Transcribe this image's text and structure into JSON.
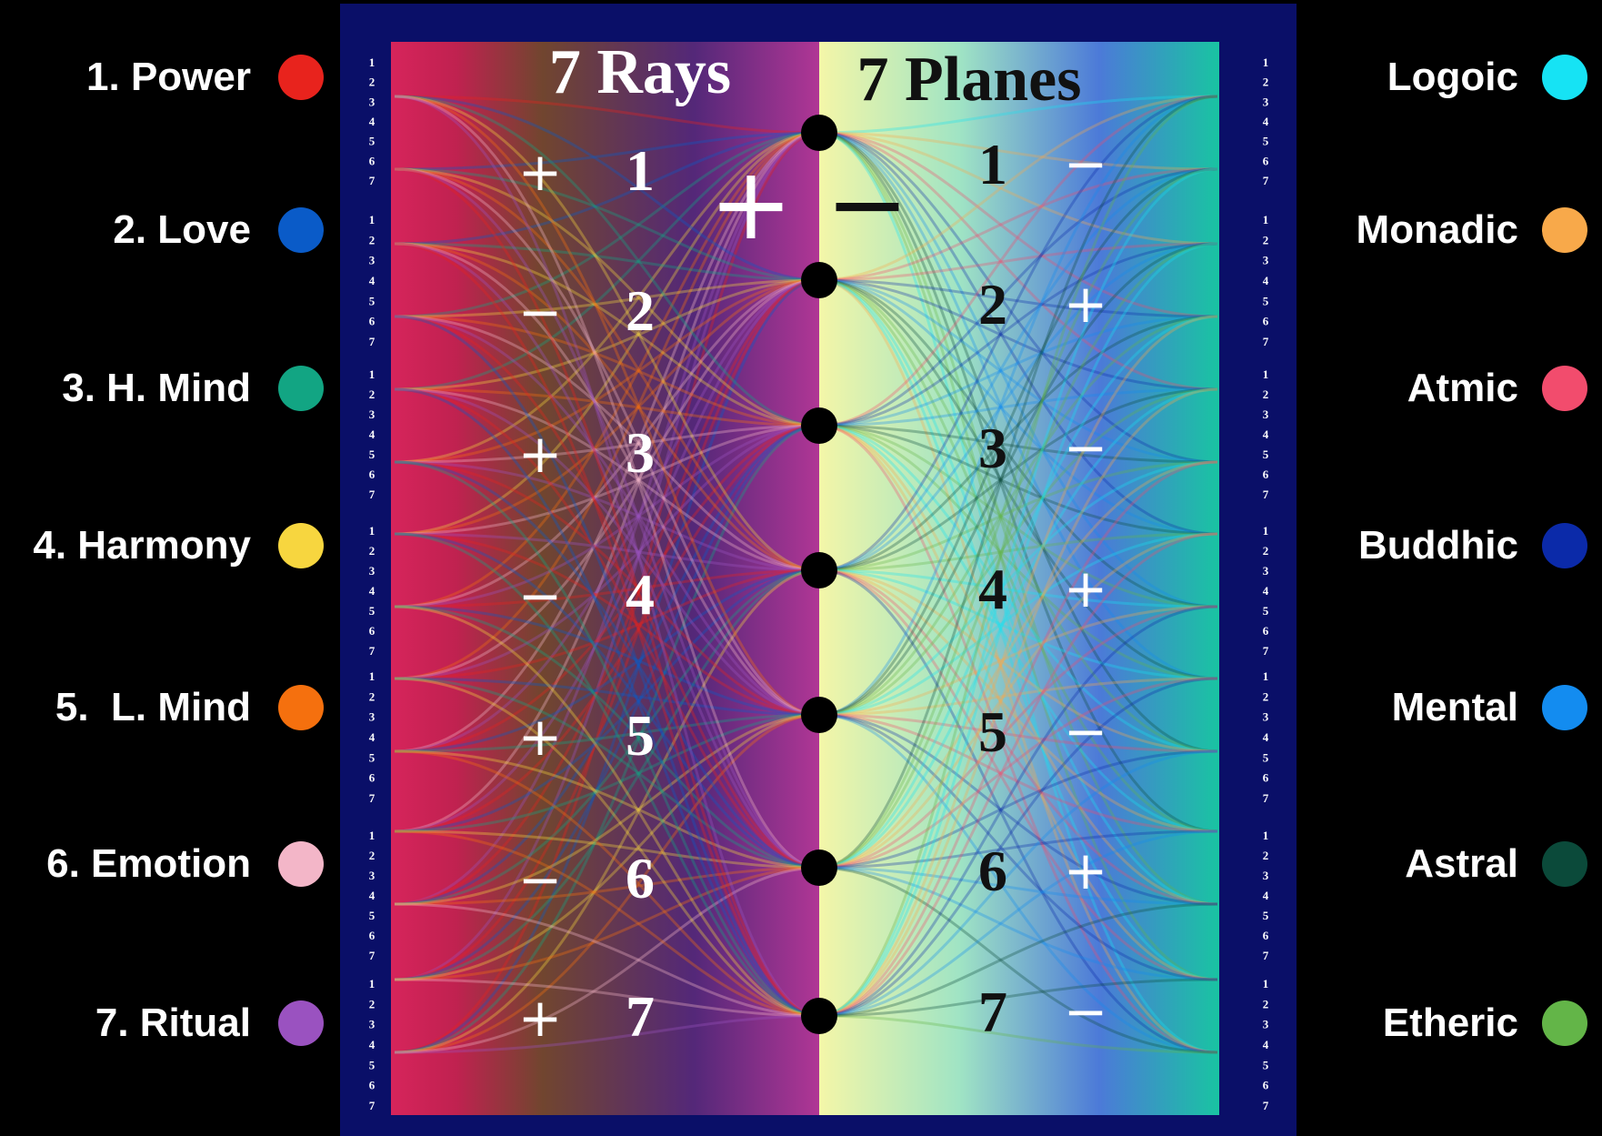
{
  "rays": {
    "title": "7 Rays",
    "items": [
      {
        "label": "1. Power",
        "color": "#e8231d",
        "number": "1",
        "sign": "+"
      },
      {
        "label": "2. Love",
        "color": "#0a5bc8",
        "number": "2",
        "sign": "−"
      },
      {
        "label": "3. H. Mind",
        "color": "#12a583",
        "number": "3",
        "sign": "+"
      },
      {
        "label": "4. Harmony",
        "color": "#f7d63f",
        "number": "4",
        "sign": "−"
      },
      {
        "label": "5.  L. Mind",
        "color": "#f5700e",
        "number": "5",
        "sign": "+"
      },
      {
        "label": "6. Emotion",
        "color": "#f3b6c8",
        "number": "6",
        "sign": "−"
      },
      {
        "label": "7. Ritual",
        "color": "#9a52c0",
        "number": "7",
        "sign": "+"
      }
    ]
  },
  "planes": {
    "title": "7 Planes",
    "items": [
      {
        "label": "Logoic",
        "color": "#16e3f4",
        "number": "1",
        "sign": "−"
      },
      {
        "label": "Monadic",
        "color": "#f8a94a",
        "number": "2",
        "sign": "+"
      },
      {
        "label": "Atmic",
        "color": "#f24c6d",
        "number": "3",
        "sign": "−"
      },
      {
        "label": "Buddhic",
        "color": "#0b2aa9",
        "number": "4",
        "sign": "+"
      },
      {
        "label": "Mental",
        "color": "#138cf0",
        "number": "5",
        "sign": "−"
      },
      {
        "label": "Astral",
        "color": "#0b4a3a",
        "number": "6",
        "sign": "+"
      },
      {
        "label": "Etheric",
        "color": "#63b548",
        "number": "7",
        "sign": "−"
      }
    ]
  },
  "center_signs": {
    "left": "+",
    "right": "−"
  },
  "subray_numbers": [
    "1",
    "2",
    "3",
    "4",
    "5",
    "6",
    "7"
  ],
  "colors": {
    "frame": "#0a0f68",
    "plane_panel": "#fbf7ae",
    "node": "#000000"
  }
}
